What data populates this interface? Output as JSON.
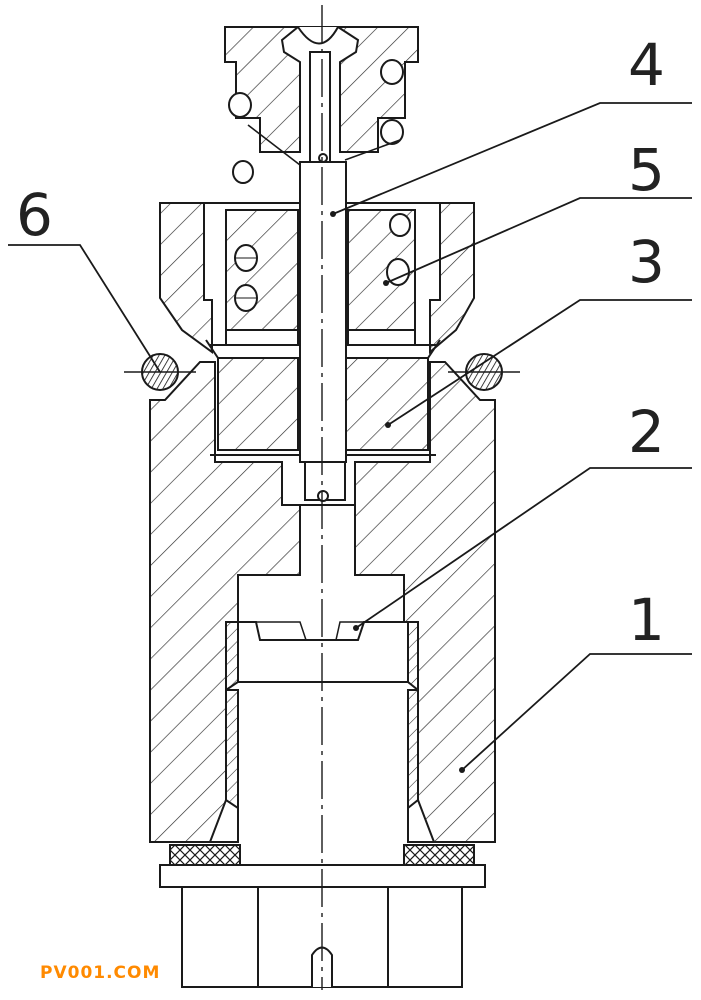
{
  "callouts": [
    {
      "id": "1",
      "text": "1"
    },
    {
      "id": "2",
      "text": "2"
    },
    {
      "id": "3",
      "text": "3"
    },
    {
      "id": "4",
      "text": "4"
    },
    {
      "id": "5",
      "text": "5"
    },
    {
      "id": "6",
      "text": "6"
    }
  ],
  "watermark": {
    "text": "PV001.COM",
    "color": "#ff8a00"
  },
  "colors": {
    "line": "#1a1a1a",
    "hatch": "#2a2a2a",
    "background": "#ffffff"
  }
}
